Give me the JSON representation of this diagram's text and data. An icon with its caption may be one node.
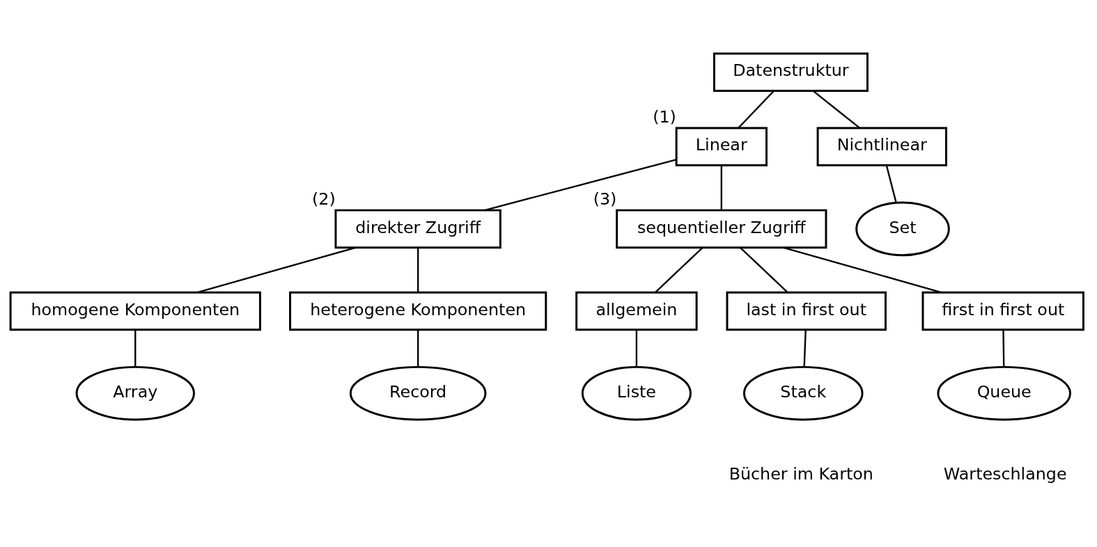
{
  "diagram": {
    "nodes": [
      {
        "text": [
          "Datenstruktur"
        ]
      },
      {
        "text": [
          "Linear"
        ],
        "beside": [
          "(1)"
        ]
      },
      {
        "text": [
          "Nichtlinear"
        ]
      },
      {
        "text": [
          "direkter Zugriff"
        ],
        "beside": [
          "(2)"
        ]
      },
      {
        "text": [
          "sequentieller Zugriff"
        ],
        "beside": [
          "(3)"
        ]
      },
      {
        "text": [
          "Set"
        ]
      },
      {
        "text": [
          "homogene Komponenten"
        ]
      },
      {
        "text": [
          "heterogene Komponenten"
        ]
      },
      {
        "text": [
          "allgemein"
        ]
      },
      {
        "text": [
          "last in first out"
        ]
      },
      {
        "text": [
          "first in first out"
        ]
      },
      {
        "text": [
          "Array"
        ]
      },
      {
        "text": [
          "Record"
        ]
      },
      {
        "text": [
          "Liste"
        ]
      },
      {
        "text": [
          "Stack"
        ],
        "beside": [
          "Bücher im Karton"
        ]
      },
      {
        "text": [
          "Queue"
        ],
        "beside": [
          "Warteschlange"
        ]
      }
    ],
    "edges": [
      {
        "from": 0,
        "to": 1,
        "arrow": "none"
      },
      {
        "from": 0,
        "to": 2,
        "arrow": "none"
      },
      {
        "from": 1,
        "to": 3,
        "arrow": "none"
      },
      {
        "from": 1,
        "to": 4,
        "arrow": "none"
      },
      {
        "from": 2,
        "to": 5,
        "arrow": "none"
      },
      {
        "from": 3,
        "to": 6,
        "arrow": "none"
      },
      {
        "from": 3,
        "to": 7,
        "arrow": "none"
      },
      {
        "from": 4,
        "to": 8,
        "arrow": "none"
      },
      {
        "from": 4,
        "to": 9,
        "arrow": "none"
      },
      {
        "from": 4,
        "to": 10,
        "arrow": "none"
      },
      {
        "from": 6,
        "to": 11,
        "arrow": "none"
      },
      {
        "from": 7,
        "to": 12,
        "arrow": "none"
      },
      {
        "from": 8,
        "to": 13,
        "arrow": "none"
      },
      {
        "from": 9,
        "to": 14,
        "arrow": "none"
      },
      {
        "from": 10,
        "to": 15,
        "arrow": "none"
      }
    ]
  }
}
